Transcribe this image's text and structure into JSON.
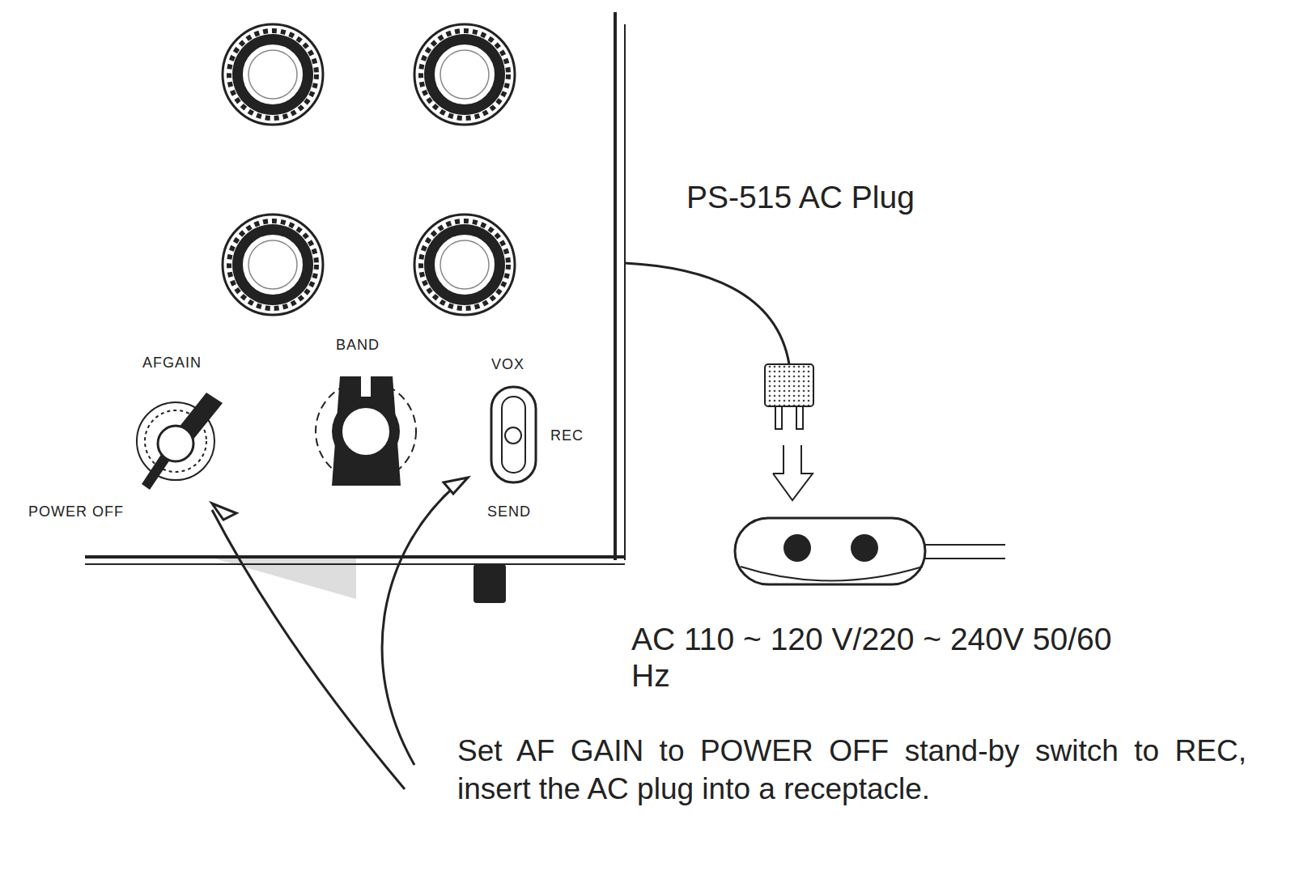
{
  "diagram": {
    "labels": [
      "AFGAIN",
      "POWER OFF",
      "BAND",
      "VOX",
      "REC",
      "SEND",
      "PS-515 AC Plug",
      "AC 110 ~ 120 V/220 ~ 240V 50/60 Hz",
      "Set AF GAIN to POWER OFF stand-by switch to REC, insert the AC plug into a receptacle."
    ]
  }
}
